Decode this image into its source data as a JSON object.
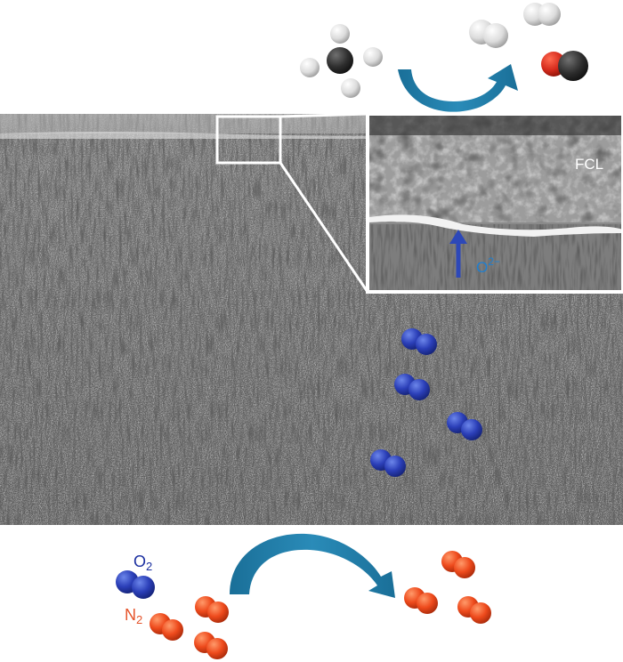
{
  "labels": {
    "fcl": "FCL",
    "oxide_ion": {
      "base": "O",
      "sup": "2−"
    },
    "oxygen": {
      "base": "O",
      "sub": "2"
    },
    "nitrogen": {
      "base": "N",
      "sub": "2"
    }
  },
  "molecules": {
    "top": [
      "methane",
      "hydrogen",
      "hydrogen",
      "carbon-monoxide"
    ],
    "membrane": [
      "oxygen",
      "oxygen",
      "oxygen",
      "oxygen"
    ],
    "bottom_feed": [
      "oxygen",
      "nitrogen",
      "nitrogen",
      "nitrogen"
    ],
    "bottom_permeate": [
      "nitrogen",
      "nitrogen",
      "nitrogen"
    ]
  },
  "colors": {
    "oxygen_molecule": "#2233a8",
    "nitrogen_molecule": "#e8481f",
    "hydrogen_atom": "#e8e8e8",
    "carbon_atom": "#2a2a2a",
    "oxygen_atom_co": "#d42a1c",
    "arrow": "#1e7aa6",
    "oxide_ion_arrow": "#2d48b8",
    "inset_frame": "#ffffff"
  },
  "icons": [
    "membrane-sem-image",
    "inset-zoom-frame",
    "curved-flow-arrow"
  ]
}
